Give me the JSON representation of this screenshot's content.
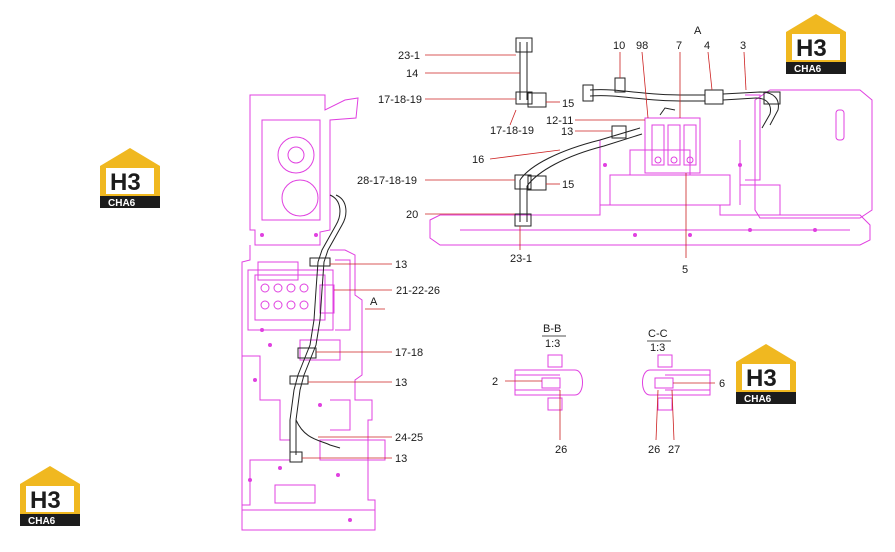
{
  "colors": {
    "machine": "#e040e0",
    "hose": "#222222",
    "leader": "#cc2020",
    "logo_gold": "#f0b820",
    "logo_dark": "#1c1c1c"
  },
  "logo": {
    "mark": "H3",
    "text": "CHA6"
  },
  "callouts": {
    "c23_1_top": "23-1",
    "c14": "14",
    "c17_18_19_a": "17-18-19",
    "c15_a": "15",
    "c17_18_19_b": "17-18-19",
    "c16": "16",
    "c28_17_18_19": "28-17-18-19",
    "c15_b": "15",
    "c20": "20",
    "c23_1_bot": "23-1",
    "c10": "10",
    "c98": "98",
    "c7": "7",
    "c4": "4",
    "c3": "3",
    "c12_11": "12-11",
    "c13_top": "13",
    "c5": "5",
    "viewA": "A",
    "c13_side1": "13",
    "c21_22_26": "21-22-26",
    "c17_18_side": "17-18",
    "c13_side2": "13",
    "c24_25": "24-25",
    "c13_side3": "13",
    "c2": "2",
    "c26_b": "26",
    "c6": "6",
    "c26_c": "26",
    "c27": "27"
  },
  "sections": {
    "bb_title": "B-B",
    "bb_scale": "1:3",
    "cc_title": "C-C",
    "cc_scale": "1:3",
    "view_marker": "A"
  }
}
